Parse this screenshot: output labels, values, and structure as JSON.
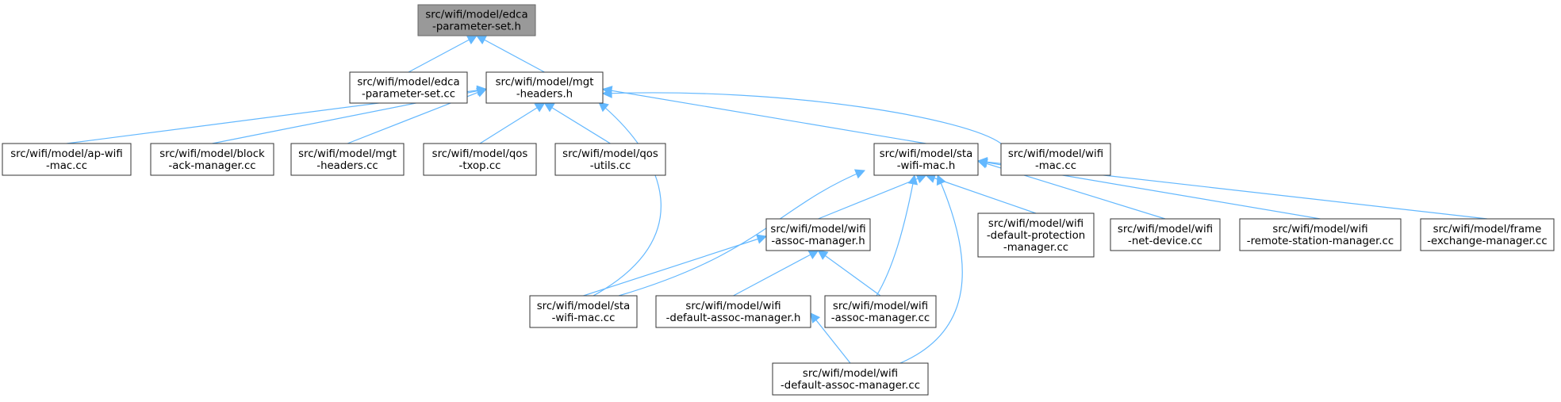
{
  "nodes": [
    {
      "id": "edca_h",
      "line1": "src/wifi/model/edca",
      "line2": "-parameter-set.h",
      "line3": "",
      "root": true
    },
    {
      "id": "edca_cc",
      "line1": "src/wifi/model/edca",
      "line2": "-parameter-set.cc",
      "line3": ""
    },
    {
      "id": "mgt_h",
      "line1": "src/wifi/model/mgt",
      "line2": "-headers.h",
      "line3": ""
    },
    {
      "id": "apwifi_cc",
      "line1": "src/wifi/model/ap-wifi",
      "line2": "-mac.cc",
      "line3": ""
    },
    {
      "id": "block_cc",
      "line1": "src/wifi/model/block",
      "line2": "-ack-manager.cc",
      "line3": ""
    },
    {
      "id": "mgt_cc",
      "line1": "src/wifi/model/mgt",
      "line2": "-headers.cc",
      "line3": ""
    },
    {
      "id": "qostxop_cc",
      "line1": "src/wifi/model/qos",
      "line2": "-txop.cc",
      "line3": ""
    },
    {
      "id": "qosutils_cc",
      "line1": "src/wifi/model/qos",
      "line2": "-utils.cc",
      "line3": ""
    },
    {
      "id": "sta_h",
      "line1": "src/wifi/model/sta",
      "line2": "-wifi-mac.h",
      "line3": ""
    },
    {
      "id": "wifimac_cc",
      "line1": "src/wifi/model/wifi",
      "line2": "-mac.cc",
      "line3": ""
    },
    {
      "id": "assoc_h",
      "line1": "src/wifi/model/wifi",
      "line2": "-assoc-manager.h",
      "line3": ""
    },
    {
      "id": "defprot_cc",
      "line1": "src/wifi/model/wifi",
      "line2": "-default-protection",
      "line3": "-manager.cc"
    },
    {
      "id": "netdev_cc",
      "line1": "src/wifi/model/wifi",
      "line2": "-net-device.cc",
      "line3": ""
    },
    {
      "id": "remote_cc",
      "line1": "src/wifi/model/wifi",
      "line2": "-remote-station-manager.cc",
      "line3": ""
    },
    {
      "id": "frame_cc",
      "line1": "src/wifi/model/frame",
      "line2": "-exchange-manager.cc",
      "line3": ""
    },
    {
      "id": "sta_cc",
      "line1": "src/wifi/model/sta",
      "line2": "-wifi-mac.cc",
      "line3": ""
    },
    {
      "id": "defassoc_h",
      "line1": "src/wifi/model/wifi",
      "line2": "-default-assoc-manager.h",
      "line3": ""
    },
    {
      "id": "assoc_cc",
      "line1": "src/wifi/model/wifi",
      "line2": "-assoc-manager.cc",
      "line3": ""
    },
    {
      "id": "defassoc_cc",
      "line1": "src/wifi/model/wifi",
      "line2": "-default-assoc-manager.cc",
      "line3": ""
    }
  ],
  "edges": [
    {
      "from": "edca_h",
      "to": "edca_cc"
    },
    {
      "from": "edca_h",
      "to": "mgt_h"
    },
    {
      "from": "mgt_h",
      "to": "apwifi_cc"
    },
    {
      "from": "mgt_h",
      "to": "block_cc"
    },
    {
      "from": "mgt_h",
      "to": "mgt_cc"
    },
    {
      "from": "mgt_h",
      "to": "qostxop_cc"
    },
    {
      "from": "mgt_h",
      "to": "qosutils_cc"
    },
    {
      "from": "mgt_h",
      "to": "sta_h"
    },
    {
      "from": "mgt_h",
      "to": "wifimac_cc"
    },
    {
      "from": "mgt_h",
      "to": "sta_cc"
    },
    {
      "from": "sta_h",
      "to": "assoc_h"
    },
    {
      "from": "sta_h",
      "to": "defprot_cc"
    },
    {
      "from": "sta_h",
      "to": "netdev_cc"
    },
    {
      "from": "sta_h",
      "to": "remote_cc"
    },
    {
      "from": "sta_h",
      "to": "frame_cc"
    },
    {
      "from": "sta_h",
      "to": "sta_cc"
    },
    {
      "from": "sta_h",
      "to": "assoc_cc"
    },
    {
      "from": "sta_h",
      "to": "defassoc_cc"
    },
    {
      "from": "assoc_h",
      "to": "sta_cc"
    },
    {
      "from": "assoc_h",
      "to": "defassoc_h"
    },
    {
      "from": "assoc_h",
      "to": "assoc_cc"
    },
    {
      "from": "defassoc_h",
      "to": "defassoc_cc"
    }
  ],
  "colors": {
    "edge": "#63b8ff",
    "root_fill": "#999999",
    "node_border": "#333333"
  }
}
